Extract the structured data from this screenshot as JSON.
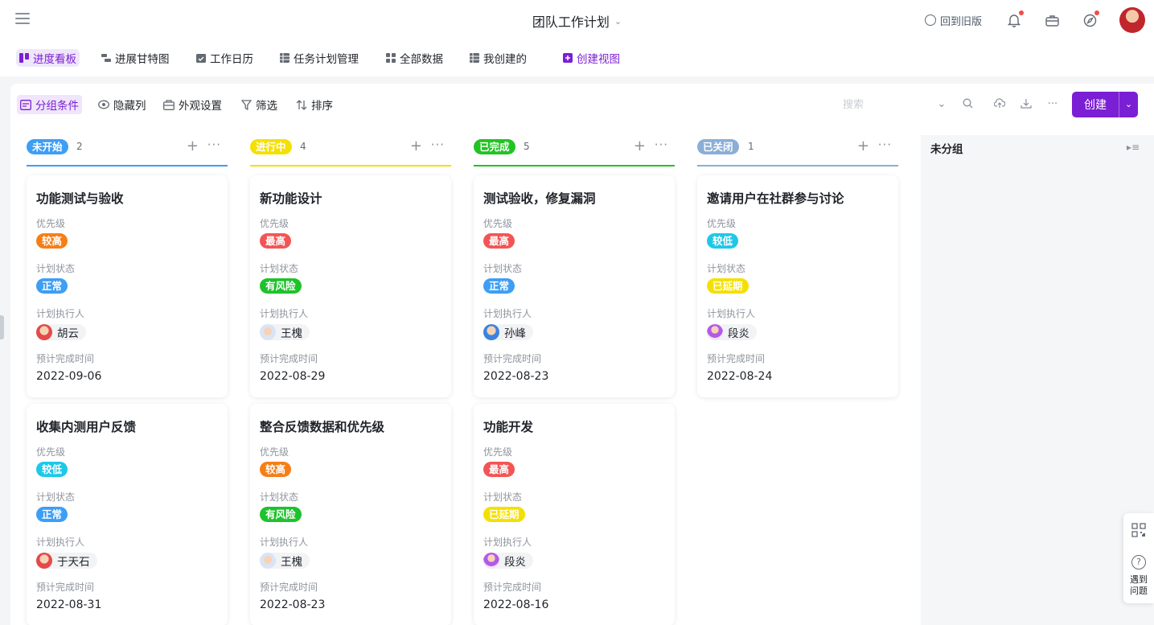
{
  "app": {
    "title": "团队工作计划",
    "old_version": "回到旧版"
  },
  "colors": {
    "accent": "#7b1fd4"
  },
  "views": [
    {
      "label": "进度看板",
      "icon": "board-icon"
    },
    {
      "label": "进展甘特图",
      "icon": "gantt-icon"
    },
    {
      "label": "工作日历",
      "icon": "calendar-icon"
    },
    {
      "label": "任务计划管理",
      "icon": "grid-icon"
    },
    {
      "label": "全部数据",
      "icon": "grid-icon"
    },
    {
      "label": "我创建的",
      "icon": "grid-icon"
    }
  ],
  "create_view": "创建视图",
  "toolbar": {
    "group": "分组条件",
    "hide": "隐藏列",
    "appearance": "外观设置",
    "filter": "筛选",
    "sort": "排序",
    "search_placeholder": "搜索",
    "create": "创建"
  },
  "fields": {
    "priority": "优先级",
    "plan_status": "计划状态",
    "assignee": "计划执行人",
    "due": "预计完成时间"
  },
  "columns": [
    {
      "status": "未开始",
      "count": "2",
      "color": "#3d9ef5",
      "cards": [
        {
          "title": "功能测试与验收",
          "priority": "较高",
          "priority_color": "#f57f17",
          "plan_status": "正常",
          "plan_status_color": "#3d9ef5",
          "assignee": "胡云",
          "avatar": "av-red",
          "due": "2022-09-06"
        },
        {
          "title": "收集内测用户反馈",
          "priority": "较低",
          "priority_color": "#1ec8e8",
          "plan_status": "正常",
          "plan_status_color": "#3d9ef5",
          "assignee": "于天石",
          "avatar": "av-red",
          "due": "2022-08-31"
        }
      ]
    },
    {
      "status": "进行中",
      "count": "4",
      "color": "#f4e000",
      "cards": [
        {
          "title": "新功能设计",
          "priority": "最高",
          "priority_color": "#f25555",
          "plan_status": "有风险",
          "plan_status_color": "#1ec22c",
          "assignee": "王槐",
          "avatar": "av-light",
          "due": "2022-08-29"
        },
        {
          "title": "整合反馈数据和优先级",
          "priority": "较高",
          "priority_color": "#f57f17",
          "plan_status": "有风险",
          "plan_status_color": "#1ec22c",
          "assignee": "王槐",
          "avatar": "av-light",
          "due": "2022-08-23"
        }
      ]
    },
    {
      "status": "已完成",
      "count": "5",
      "color": "#22c322",
      "cards": [
        {
          "title": "测试验收，修复漏洞",
          "priority": "最高",
          "priority_color": "#f25555",
          "plan_status": "正常",
          "plan_status_color": "#3d9ef5",
          "assignee": "孙峰",
          "avatar": "av-blue",
          "due": "2022-08-23"
        },
        {
          "title": "功能开发",
          "priority": "最高",
          "priority_color": "#f25555",
          "plan_status": "已延期",
          "plan_status_color": "#f4e000",
          "assignee": "段炎",
          "avatar": "av-purple",
          "due": "2022-08-16"
        }
      ]
    },
    {
      "status": "已关闭",
      "count": "1",
      "color": "#8aaed6",
      "cards": [
        {
          "title": "邀请用户在社群参与讨论",
          "priority": "较低",
          "priority_color": "#1ec8e8",
          "plan_status": "已延期",
          "plan_status_color": "#f4e000",
          "assignee": "段炎",
          "avatar": "av-purple",
          "due": "2022-08-24"
        }
      ]
    }
  ],
  "ungrouped": "未分组",
  "help": "遇到问题"
}
